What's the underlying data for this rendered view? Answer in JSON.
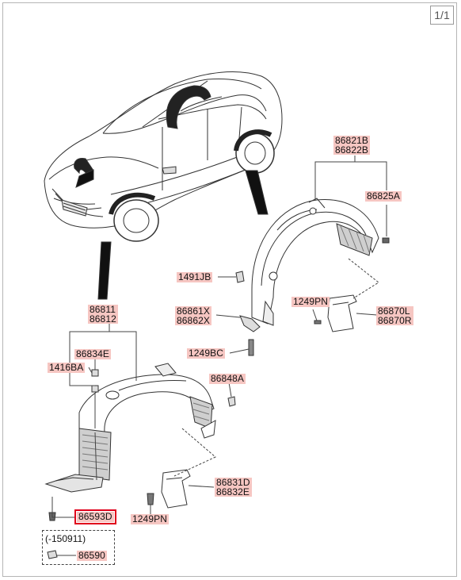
{
  "page_indicator": "1/1",
  "parts": {
    "p86821B": "86821B",
    "p86822B": "86822B",
    "p86825A": "86825A",
    "p1491JB": "1491JB",
    "p86861X": "86861X",
    "p86862X": "86862X",
    "p1249BC": "1249BC",
    "p1249PN_rear": "1249PN",
    "p86870L": "86870L",
    "p86870R": "86870R",
    "p86811": "86811",
    "p86812": "86812",
    "p86834E": "86834E",
    "p1416BA": "1416BA",
    "p86848A": "86848A",
    "p86831D": "86831D",
    "p86832E": "86832E",
    "p86593D": "86593D",
    "p1249PN_front": "1249PN"
  },
  "note": {
    "date": "(-150911)",
    "part": "86590"
  },
  "highlight_color": "#e0001b",
  "label_color": "#f6c6c2"
}
